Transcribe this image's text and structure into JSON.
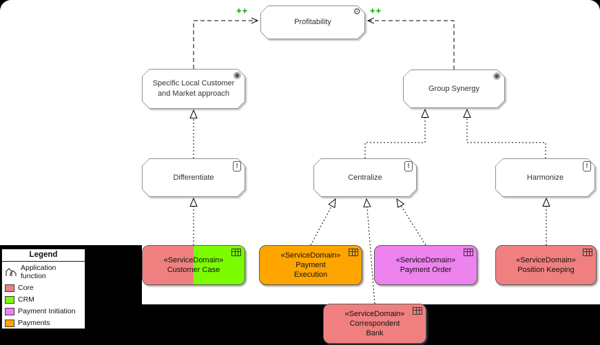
{
  "diagram": {
    "profitability": {
      "label": "Profitability"
    },
    "specific_local": {
      "label": "Specific Local Customer and Market approach"
    },
    "group_synergy": {
      "label": "Group Synergy"
    },
    "differentiate": {
      "label": "Differentiate"
    },
    "centralize": {
      "label": "Centralize"
    },
    "harmonize": {
      "label": "Harmonize"
    },
    "principle_mark": "!",
    "driver_icon": "⚙",
    "goal_icon": "◉",
    "contribution_left": "++",
    "contribution_right": "++",
    "service_domains": {
      "customer_case": {
        "stereotype": "«ServiceDomain»",
        "name": "Customer Case"
      },
      "payment_execution": {
        "stereotype": "«ServiceDomain»",
        "name": "Payment Execution"
      },
      "payment_order": {
        "stereotype": "«ServiceDomain»",
        "name": "Payment Order"
      },
      "position_keeping": {
        "stereotype": "«ServiceDomain»",
        "name": "Position Keeping"
      },
      "correspondent_bank": {
        "stereotype": "«ServiceDomain»",
        "name": "Correspondent Bank"
      }
    }
  },
  "colors": {
    "core": "#f08080",
    "crm": "#7cfc00",
    "payment_initiation": "#ee82ee",
    "payments": "#ffa500",
    "contribution_green": "#00a400"
  },
  "legend": {
    "title": "Legend",
    "items": [
      {
        "label": "Application function"
      },
      {
        "label": "Core",
        "color": "#f08080"
      },
      {
        "label": "CRM",
        "color": "#7cfc00"
      },
      {
        "label": "Payment Initiation",
        "color": "#ee82ee"
      },
      {
        "label": "Payments",
        "color": "#ffa500"
      }
    ]
  }
}
